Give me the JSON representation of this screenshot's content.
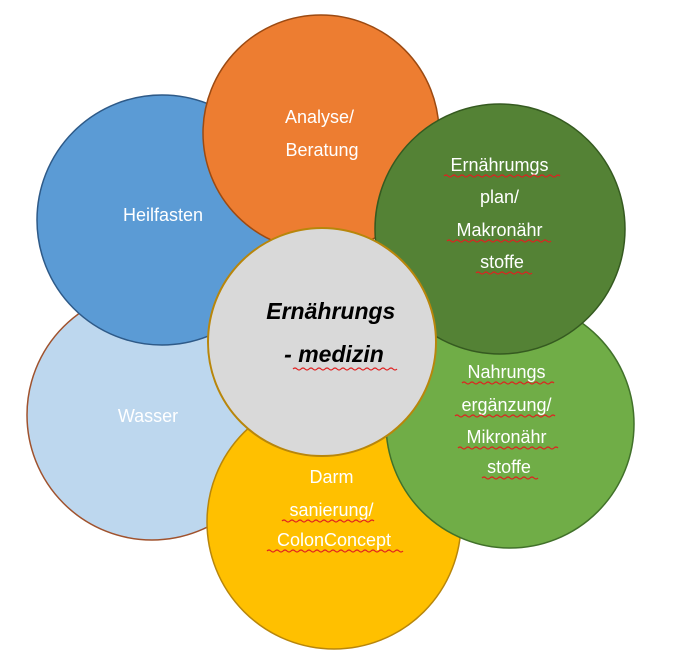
{
  "diagram": {
    "center": {
      "lines": [
        "Ernährungs",
        "- medizin"
      ],
      "fill": "#d9d9d9",
      "stroke": "#b8860b"
    },
    "petals": [
      {
        "id": "wasser",
        "lines": [
          "Wasser"
        ],
        "fill": "#bdd7ee",
        "stroke": "#a0522d"
      },
      {
        "id": "heilfasten",
        "lines": [
          "Heilfasten"
        ],
        "fill": "#5b9bd5",
        "stroke": "#2e5a88"
      },
      {
        "id": "analyse",
        "lines": [
          "Analyse/",
          "Beratung"
        ],
        "fill": "#ed7d31",
        "stroke": "#9c4a12"
      },
      {
        "id": "darm",
        "lines": [
          "Darm",
          "sanierung/",
          "ColonConcept"
        ],
        "fill": "#ffc000",
        "stroke": "#b8860b"
      },
      {
        "id": "nahrungs",
        "lines": [
          "Nahrungs",
          "ergänzung/",
          "Mikronähr",
          "stoffe"
        ],
        "fill": "#70ad47",
        "stroke": "#41712a"
      },
      {
        "id": "ernaehrungsplan",
        "lines": [
          "Ernährumgs",
          "plan/",
          "Makronähr",
          "stoffe"
        ],
        "fill": "#548235",
        "stroke": "#355a20"
      }
    ]
  }
}
